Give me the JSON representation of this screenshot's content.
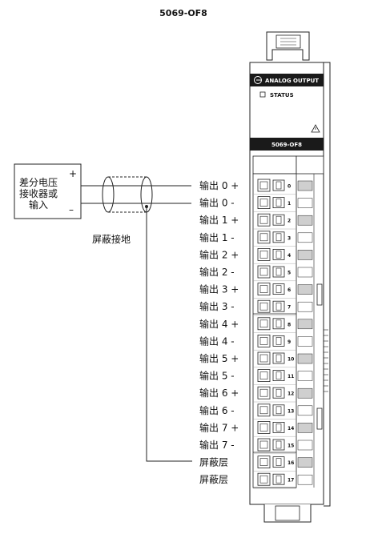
{
  "diagram": {
    "title": "5069-OF8",
    "device_box": {
      "lines": [
        "差分电压",
        "接收器或",
        "输入"
      ],
      "plus": "+",
      "minus": "–"
    },
    "shield_ground_label": "屏蔽接地",
    "module": {
      "function_label": "ANALOG OUTPUT",
      "status_label": "STATUS",
      "model_label": "5069-OF8",
      "warning_icon": "warning-triangle-icon",
      "output_icon": "arrow-circle-icon"
    },
    "terminal_labels": [
      "输出 0 +",
      "输出 0 -",
      "输出 1 +",
      "输出 1 -",
      "输出 2 +",
      "输出 2 -",
      "输出 3 +",
      "输出 3 -",
      "输出 4 +",
      "输出 4 -",
      "输出 5 +",
      "输出 5 -",
      "输出 6 +",
      "输出 6 -",
      "输出 7 +",
      "输出 7 -",
      "屏蔽层",
      "屏蔽层"
    ],
    "terminal_numbers": [
      "0",
      "1",
      "2",
      "3",
      "4",
      "5",
      "6",
      "7",
      "8",
      "9",
      "10",
      "11",
      "12",
      "13",
      "14",
      "15",
      "16",
      "17"
    ]
  }
}
